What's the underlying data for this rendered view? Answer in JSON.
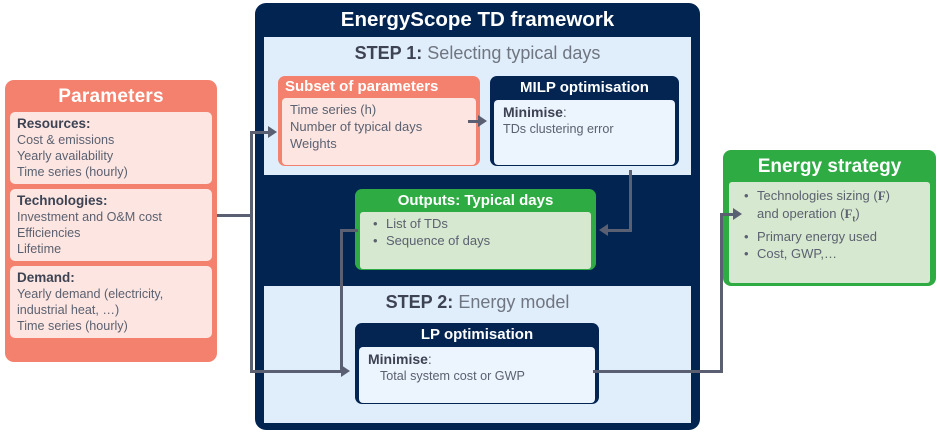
{
  "parameters": {
    "title": "Parameters",
    "groups": [
      {
        "head": "Resources:",
        "lines": [
          "Cost & emissions",
          "Yearly availability",
          "Time series (hourly)"
        ]
      },
      {
        "head": "Technologies:",
        "lines": [
          "Investment and O&M cost",
          "Efficiencies",
          "Lifetime"
        ]
      },
      {
        "head": "Demand:",
        "lines": [
          "Yearly demand (electricity,",
          "industrial heat, …)",
          "Time series (hourly)"
        ]
      }
    ]
  },
  "framework": {
    "title": "EnergyScope TD framework",
    "step1": {
      "label": "STEP 1:",
      "text": " Selecting typical days",
      "subset": {
        "title": "Subset of parameters",
        "lines": [
          "Time series (h)",
          "Number of typical days",
          "Weights"
        ]
      },
      "milp": {
        "title": "MILP optimisation",
        "minimise_label": "Minimise",
        "minimise_colon": ":",
        "objective": "TDs clustering error"
      }
    },
    "outputs": {
      "title": "Outputs: Typical days",
      "items": [
        "List of TDs",
        "Sequence of days"
      ]
    },
    "step2": {
      "label": "STEP 2:",
      "text": " Energy model",
      "lp": {
        "title": "LP optimisation",
        "minimise_label": "Minimise",
        "minimise_colon": ":",
        "objective": "Total system cost or GWP"
      }
    }
  },
  "strategy": {
    "title": "Energy strategy",
    "items": [
      "Technologies sizing (F)",
      "Primary energy used",
      "Cost, GWP,…"
    ],
    "continuation": "and operation (Ft)"
  },
  "colors": {
    "navy": "#022450",
    "pale_blue": "#e0eefb",
    "salmon": "#f4816e",
    "salmon_light": "#fde6e2",
    "green": "#2fab43",
    "green_light": "#d6e8cf",
    "arrow_gray": "#5a6072",
    "text_gray": "#5b6170",
    "heading_gray": "#3d4353"
  }
}
